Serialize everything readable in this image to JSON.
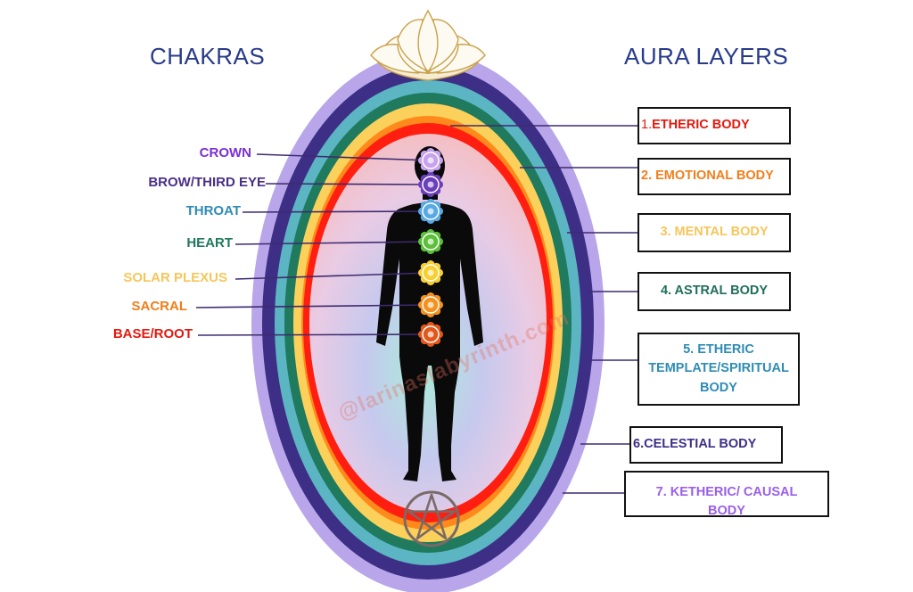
{
  "headings": {
    "left": "CHAKRAS",
    "right": "AURA LAYERS",
    "color": "#283b8b"
  },
  "aura_colors": [
    "#b9a6ea",
    "#3e2f86",
    "#5bb5c3",
    "#1f7a5e",
    "#fcd15b",
    "#ff8a1c",
    "#ff1e10"
  ],
  "inner_gradient": [
    "#f4bfc4",
    "#c6c9ee",
    "#a9ecd9",
    "#eacbe4"
  ],
  "chakras": [
    {
      "label": "CROWN",
      "color": "#7b2fd6",
      "icon": "crown-chakra-icon",
      "fill": "#c6a3ec"
    },
    {
      "label": "BROW/THIRD EYE",
      "color": "#4a2f86",
      "icon": "third-eye-chakra-icon",
      "fill": "#6b3fbc"
    },
    {
      "label": "THROAT",
      "color": "#2f8cb4",
      "icon": "throat-chakra-icon",
      "fill": "#58a9e3"
    },
    {
      "label": "HEART",
      "color": "#1f7a5e",
      "icon": "heart-chakra-icon",
      "fill": "#5cbf3a"
    },
    {
      "label": "SOLAR PLEXUS",
      "color": "#f6c65a",
      "icon": "solar-plexus-chakra-icon",
      "fill": "#f8cf33"
    },
    {
      "label": "SACRAL",
      "color": "#f07e1a",
      "icon": "sacral-chakra-icon",
      "fill": "#f4911e"
    },
    {
      "label": "BASE/ROOT",
      "color": "#e2190f",
      "icon": "root-chakra-icon",
      "fill": "#e2581a"
    }
  ],
  "layers": [
    {
      "num": "1.",
      "label": "ETHERIC BODY",
      "color": "#e2190f",
      "num_color": "#e2190f"
    },
    {
      "num": "",
      "label": "2. EMOTIONAL BODY",
      "color": "#f07e1a",
      "num_color": "#f07e1a"
    },
    {
      "num": "",
      "label": "3. MENTAL BODY",
      "color": "#f6c65a",
      "num_color": "#f6c65a"
    },
    {
      "num": "",
      "label": "4. ASTRAL BODY",
      "color": "#1f6f5a",
      "num_color": "#1f6f5a"
    },
    {
      "num": "",
      "label": "5. ETHERIC TEMPLATE/SPIRITUAL BODY",
      "color": "#2f8cb4",
      "num_color": "#2f8cb4"
    },
    {
      "num": "",
      "label": "6.CELESTIAL BODY",
      "color": "#3e2f86",
      "num_color": "#3e2f86"
    },
    {
      "num": "",
      "label": "7. KETHERIC/ CAUSAL BODY",
      "color": "#9a5fe8",
      "num_color": "#9a5fe8"
    }
  ],
  "decor": {
    "lotus_icon": "lotus-icon",
    "pentacle_icon": "pentacle-icon",
    "figure_icon": "human-silhouette-icon",
    "watermark": "@larinaslabyrinth.com",
    "watermark_color": "#e6705a"
  }
}
